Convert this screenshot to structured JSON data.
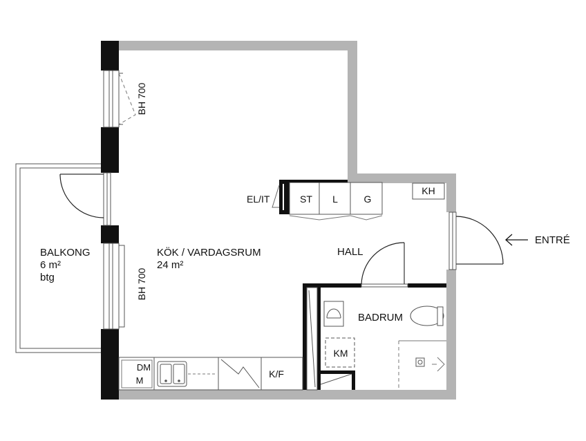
{
  "plan": {
    "rooms": {
      "balkong": {
        "name": "BALKONG",
        "area": "6 m²",
        "note": "btg"
      },
      "kok": {
        "name": "KÖK / VARDAGSRUM",
        "area": "24 m²"
      },
      "hall": {
        "name": "HALL"
      },
      "badrum": {
        "name": "BADRUM"
      }
    },
    "windows": {
      "upper": "BH 700",
      "lower": "BH 700"
    },
    "fixtures": {
      "elit": "EL/IT",
      "st": "ST",
      "l": "L",
      "g": "G",
      "kh": "KH",
      "km": "KM",
      "dm": "DM",
      "m": "M",
      "kf": "K/F"
    },
    "entrance": "ENTRÉ"
  }
}
